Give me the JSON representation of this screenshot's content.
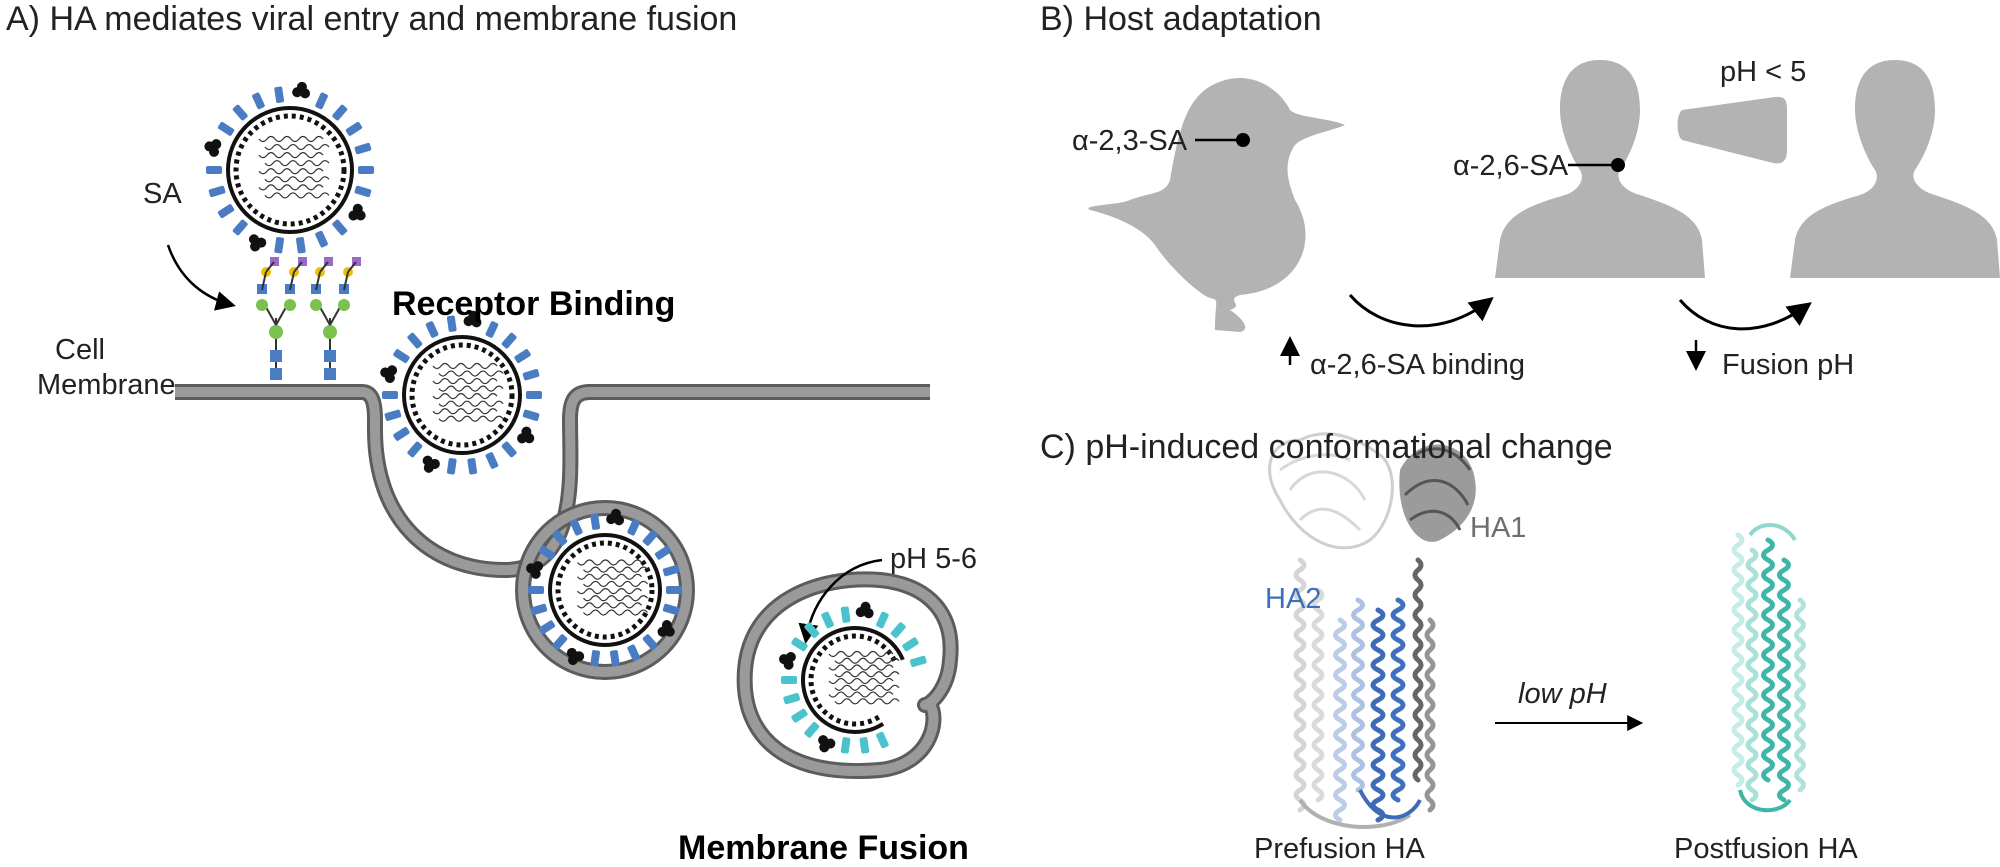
{
  "panel_a": {
    "title": "A) HA mediates viral entry and membrane fusion",
    "sa_label": "SA",
    "receptor_binding": "Receptor Binding",
    "cell_label": "Cell",
    "membrane_label": "Membrane",
    "ph_label": "pH 5-6",
    "membrane_fusion": "Membrane Fusion"
  },
  "panel_b": {
    "title": "B) Host adaptation",
    "duck_receptor": "α-2,3-SA",
    "human_receptor": "α-2,6-SA",
    "ph_condition": "pH < 5",
    "arrow1_label": "α-2,6-SA binding",
    "arrow2_label": "Fusion pH"
  },
  "panel_c": {
    "title": "C) pH-induced conformational change",
    "ha1_label": "HA1",
    "ha2_label": "HA2",
    "low_ph_label": "low pH",
    "prefusion_label": "Prefusion HA",
    "postfusion_label": "Postfusion HA"
  },
  "colors": {
    "ha_blue": "#4a7cc4",
    "ha_cyan": "#4bc3cc",
    "silhouette": "#b3b3b3",
    "membrane": "#808080",
    "postfusion_teal": "#3eb5a6",
    "ha1_gray": "#6e6e6e"
  }
}
